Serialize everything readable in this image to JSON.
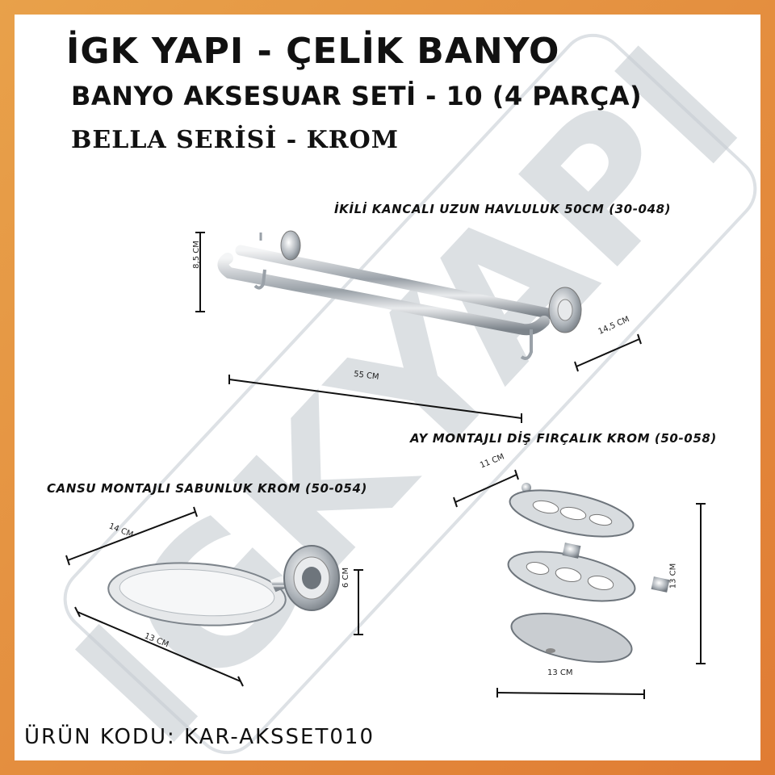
{
  "header": {
    "title": "İGK YAPI - ÇELİK BANYO",
    "subtitle": "BANYO AKSESUAR SETİ - 10 (4 PARÇA)",
    "series": "BELLA SERİSİ - KROM"
  },
  "watermark": {
    "text": "IGKYAPI"
  },
  "products": {
    "towel": {
      "name": "İKİLİ KANCALI UZUN HAVLULUK 50CM (30-048)",
      "height": "8,5 CM",
      "depth": "14,5 CM",
      "width": "55 CM"
    },
    "toothbrush": {
      "name": "AY MONTAJLI DİŞ FIRÇALIK KROM (50-058)",
      "depth": "11 CM",
      "height": "13 CM",
      "width": "13 CM"
    },
    "soap": {
      "name": "CANSU MONTAJLI SABUNLUK KROM (50-054)",
      "depth": "14 CM",
      "height": "6 CM",
      "width": "13 CM"
    }
  },
  "footer": {
    "product_code": "ÜRÜN KODU: KAR-AKSSET010"
  },
  "colors": {
    "frame": "#e8913f",
    "chrome": "#b9bec4",
    "watermark": "#c6ccd2"
  }
}
